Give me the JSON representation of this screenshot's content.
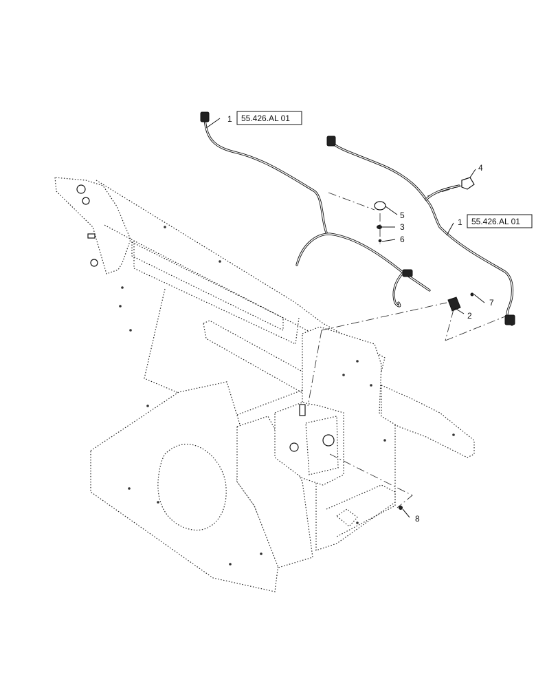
{
  "callouts": [
    {
      "id": "c1a",
      "number": "1",
      "ref": "55.426.AL 01"
    },
    {
      "id": "c1b",
      "number": "1",
      "ref": "55.426.AL 01"
    },
    {
      "id": "c2",
      "number": "2"
    },
    {
      "id": "c3",
      "number": "3"
    },
    {
      "id": "c4",
      "number": "4"
    },
    {
      "id": "c5",
      "number": "5"
    },
    {
      "id": "c6",
      "number": "6"
    },
    {
      "id": "c7",
      "number": "7"
    },
    {
      "id": "c8",
      "number": "8"
    }
  ],
  "colors": {
    "line": "#111111",
    "background": "#ffffff"
  }
}
